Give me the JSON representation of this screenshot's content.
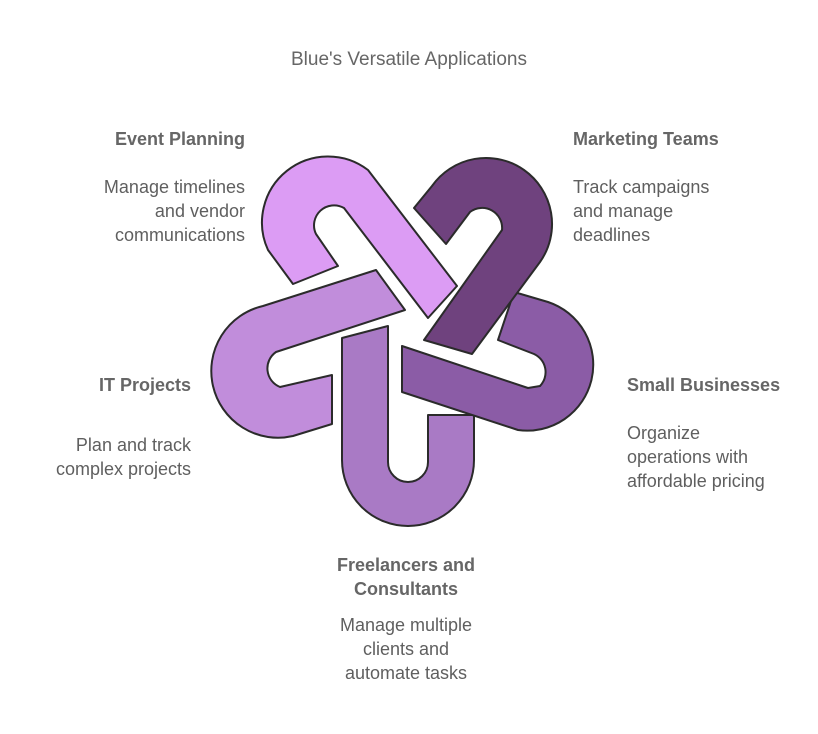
{
  "title": "Blue's Versatile Applications",
  "colors": {
    "event": "#dc9cf4",
    "marketing": "#6f427e",
    "small_business": "#8b5ca6",
    "freelancers": "#a97ac5",
    "it": "#c18ddb",
    "outline": "#2b2b2b",
    "text": "#5f5f5f"
  },
  "items": {
    "event": {
      "title": "Event Planning",
      "desc": [
        "Manage timelines",
        "and vendor",
        "communications"
      ]
    },
    "marketing": {
      "title": "Marketing Teams",
      "desc": [
        "Track campaigns",
        "and manage",
        "deadlines"
      ]
    },
    "it": {
      "title": "IT Projects",
      "desc": [
        "Plan and track",
        "complex projects"
      ]
    },
    "small": {
      "title": "Small Businesses",
      "desc": [
        "Organize",
        "operations with",
        "affordable pricing"
      ]
    },
    "free": {
      "title": [
        "Freelancers and",
        "Consultants"
      ],
      "desc": [
        "Manage multiple",
        "clients and",
        "automate tasks"
      ]
    }
  }
}
